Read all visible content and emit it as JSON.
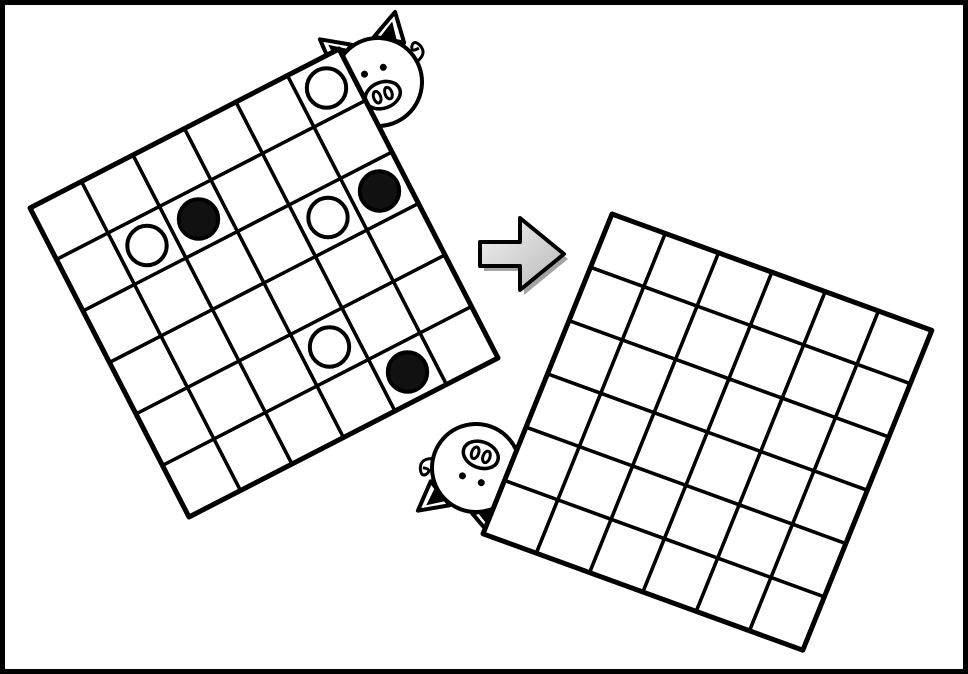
{
  "puzzle": {
    "source_grid": {
      "rows": 6,
      "cols": 6,
      "pieces": [
        {
          "row": 0,
          "col": 5,
          "color": "white"
        },
        {
          "row": 1,
          "col": 1,
          "color": "white"
        },
        {
          "row": 1,
          "col": 2,
          "color": "black"
        },
        {
          "row": 2,
          "col": 4,
          "color": "white"
        },
        {
          "row": 2,
          "col": 5,
          "color": "black"
        },
        {
          "row": 4,
          "col": 3,
          "color": "white"
        },
        {
          "row": 5,
          "col": 4,
          "color": "black"
        }
      ]
    },
    "target_grid": {
      "rows": 6,
      "cols": 6,
      "pieces": []
    },
    "icons": {
      "source_pig": "pig-face-icon",
      "arrow": "right-arrow-icon",
      "target_pig": "pig-face-icon"
    },
    "colors": {
      "border": "#000000",
      "background": "#ffffff",
      "piece_black": "#111111",
      "piece_white": "#ffffff",
      "arrow_fill": "#d8d8d8"
    }
  }
}
